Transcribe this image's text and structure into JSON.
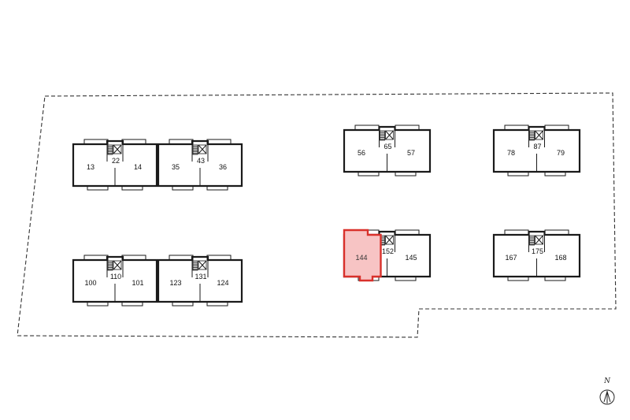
{
  "buildings": [
    {
      "id": "b1",
      "left_unit": "13",
      "core": "22",
      "right_unit": "14"
    },
    {
      "id": "b2",
      "left_unit": "35",
      "core": "43",
      "right_unit": "36"
    },
    {
      "id": "b3",
      "left_unit": "56",
      "core": "65",
      "right_unit": "57"
    },
    {
      "id": "b4",
      "left_unit": "78",
      "core": "87",
      "right_unit": "79"
    },
    {
      "id": "b5",
      "left_unit": "100",
      "core": "110",
      "right_unit": "101"
    },
    {
      "id": "b6",
      "left_unit": "123",
      "core": "131",
      "right_unit": "124"
    },
    {
      "id": "b7",
      "left_unit": "144",
      "core": "152",
      "right_unit": "145"
    },
    {
      "id": "b8",
      "left_unit": "167",
      "core": "175",
      "right_unit": "168"
    }
  ],
  "highlighted_unit": "144",
  "highlight_color": "#d9312b",
  "compass": {
    "label": "N"
  }
}
